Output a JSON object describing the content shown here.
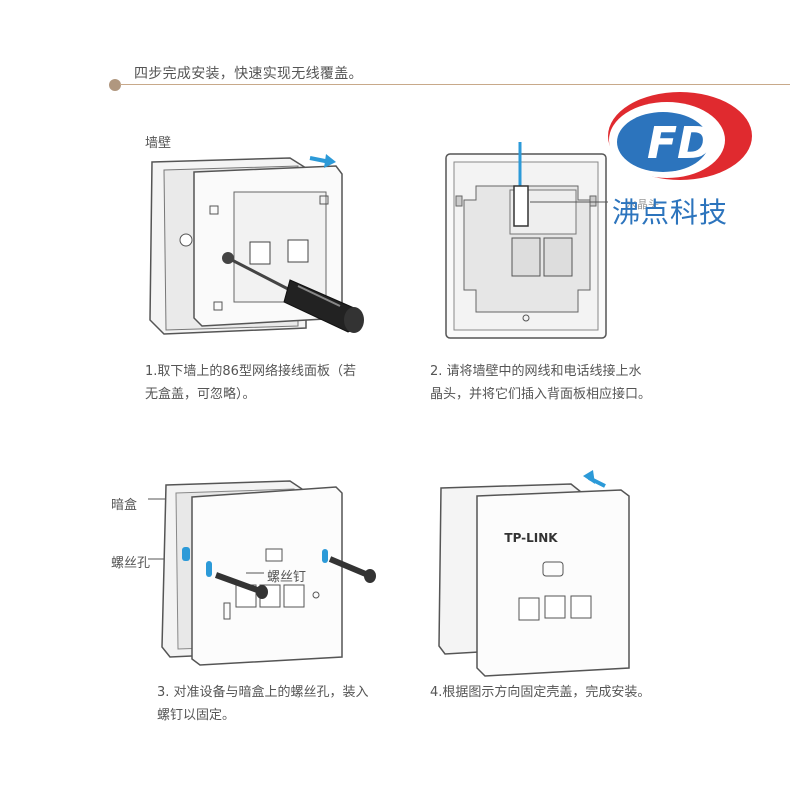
{
  "header": {
    "title": "四步完成安装，快速实现无线覆盖。"
  },
  "watermark": {
    "logo_letters": "FD",
    "brand_name": "沸点科技"
  },
  "steps": [
    {
      "wall_label": "墙壁",
      "caption_line1": "1.取下墙上的86型网络接线面板（若",
      "caption_line2": "无盒盖，可忽略）。"
    },
    {
      "connector_label": "水晶头",
      "caption_line1": "2. 请将墙壁中的网线和电话线接上水",
      "caption_line2": "晶头，并将它们插入背面板相应接口。"
    },
    {
      "box_label": "暗盒",
      "hole_label": "螺丝孔",
      "screw_label": "螺丝钉",
      "caption_line1": "3. 对准设备与暗盒上的螺丝孔，装入",
      "caption_line2": "螺钉以固定。"
    },
    {
      "device_brand": "TP-LINK",
      "caption_line1": "4.根据图示方向固定壳盖，完成安装。"
    }
  ],
  "colors": {
    "accent_blue": "#2c9ad8",
    "logo_red": "#e02a2f",
    "logo_blue": "#2c74bd",
    "rule": "#c8a98a"
  }
}
